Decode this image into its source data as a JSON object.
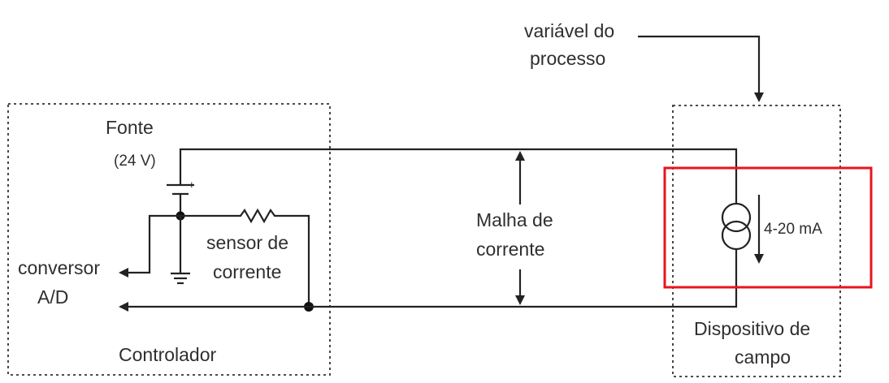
{
  "labels": {
    "process_var_line1": "variável do",
    "process_var_line2": "processo",
    "source_title": "Fonte",
    "source_voltage": "(24 V)",
    "battery_plus": "+",
    "sensor_line1": "sensor de",
    "sensor_line2": "corrente",
    "converter_line1": "conversor",
    "converter_line2": "A/D",
    "controller": "Controlador",
    "loop_line1": "Malha de",
    "loop_line2": "corrente",
    "current_range": "4-20 mA",
    "field_line1": "Dispositivo de",
    "field_line2": "campo"
  },
  "colors": {
    "wire": "#222222",
    "highlight": "#e8141e",
    "text": "#2f2f2f"
  }
}
